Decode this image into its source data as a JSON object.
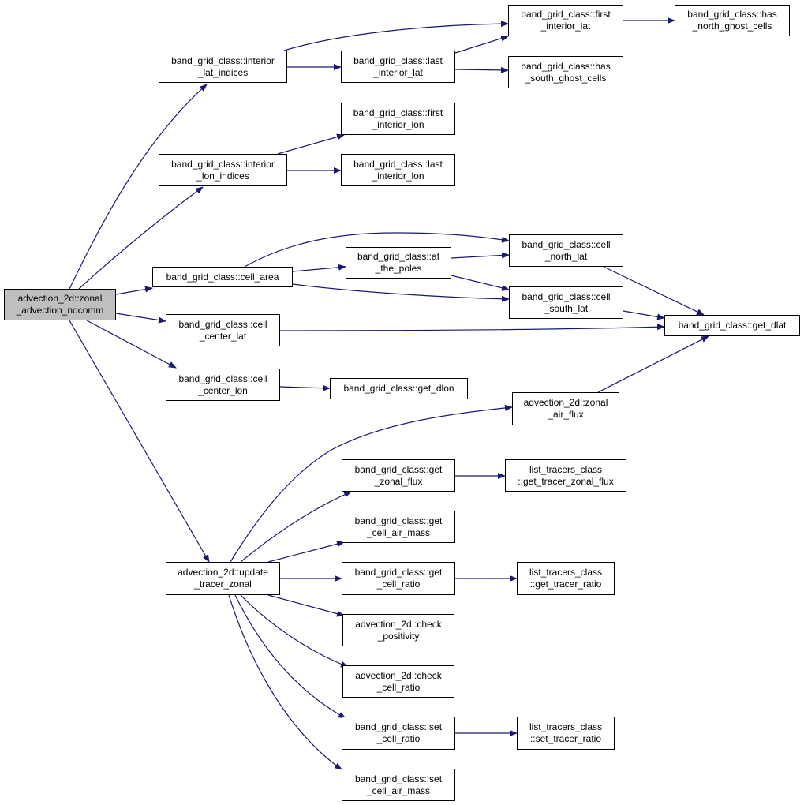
{
  "colors": {
    "edge": "#191970",
    "node_border": "#000000",
    "root_fill": "#bfbfbf",
    "node_fill": "#ffffff"
  },
  "nodes": {
    "root": [
      "advection_2d::zonal",
      "_advection_nocomm"
    ],
    "interior_lat_indices": [
      "band_grid_class::interior",
      "_lat_indices"
    ],
    "interior_lon_indices": [
      "band_grid_class::interior",
      "_lon_indices"
    ],
    "cell_area": [
      "band_grid_class::cell_area"
    ],
    "cell_center_lat": [
      "band_grid_class::cell",
      "_center_lat"
    ],
    "cell_center_lon": [
      "band_grid_class::cell",
      "_center_lon"
    ],
    "update_tracer_zonal": [
      "advection_2d::update",
      "_tracer_zonal"
    ],
    "last_interior_lat": [
      "band_grid_class::last",
      "_interior_lat"
    ],
    "first_interior_lat": [
      "band_grid_class::first",
      "_interior_lat"
    ],
    "has_north_ghost_cells": [
      "band_grid_class::has",
      "_north_ghost_cells"
    ],
    "has_south_ghost_cells": [
      "band_grid_class::has",
      "_south_ghost_cells"
    ],
    "first_interior_lon": [
      "band_grid_class::first",
      "_interior_lon"
    ],
    "last_interior_lon": [
      "band_grid_class::last",
      "_interior_lon"
    ],
    "at_the_poles": [
      "band_grid_class::at",
      "_the_poles"
    ],
    "cell_north_lat": [
      "band_grid_class::cell",
      "_north_lat"
    ],
    "cell_south_lat": [
      "band_grid_class::cell",
      "_south_lat"
    ],
    "get_dlat": [
      "band_grid_class::get_dlat"
    ],
    "get_dlon": [
      "band_grid_class::get_dlon"
    ],
    "zonal_air_flux": [
      "advection_2d::zonal",
      "_air_flux"
    ],
    "get_zonal_flux": [
      "band_grid_class::get",
      "_zonal_flux"
    ],
    "get_tracer_zonal_flux": [
      "list_tracers_class",
      "::get_tracer_zonal_flux"
    ],
    "get_cell_air_mass": [
      "band_grid_class::get",
      "_cell_air_mass"
    ],
    "get_cell_ratio": [
      "band_grid_class::get",
      "_cell_ratio"
    ],
    "get_tracer_ratio": [
      "list_tracers_class",
      "::get_tracer_ratio"
    ],
    "check_positivity": [
      "advection_2d::check",
      "_positivity"
    ],
    "check_cell_ratio": [
      "advection_2d::check",
      "_cell_ratio"
    ],
    "set_cell_ratio": [
      "band_grid_class::set",
      "_cell_ratio"
    ],
    "set_tracer_ratio": [
      "list_tracers_class",
      "::set_tracer_ratio"
    ],
    "set_cell_air_mass": [
      "band_grid_class::set",
      "_cell_air_mass"
    ]
  },
  "edges": [
    [
      "root",
      "interior_lat_indices"
    ],
    [
      "root",
      "interior_lon_indices"
    ],
    [
      "root",
      "cell_area"
    ],
    [
      "root",
      "cell_center_lat"
    ],
    [
      "root",
      "cell_center_lon"
    ],
    [
      "root",
      "update_tracer_zonal"
    ],
    [
      "interior_lat_indices",
      "first_interior_lat"
    ],
    [
      "interior_lat_indices",
      "last_interior_lat"
    ],
    [
      "last_interior_lat",
      "first_interior_lat"
    ],
    [
      "last_interior_lat",
      "has_south_ghost_cells"
    ],
    [
      "first_interior_lat",
      "has_north_ghost_cells"
    ],
    [
      "interior_lon_indices",
      "first_interior_lon"
    ],
    [
      "interior_lon_indices",
      "last_interior_lon"
    ],
    [
      "cell_area",
      "cell_north_lat"
    ],
    [
      "cell_area",
      "at_the_poles"
    ],
    [
      "cell_area",
      "cell_south_lat"
    ],
    [
      "at_the_poles",
      "cell_north_lat"
    ],
    [
      "at_the_poles",
      "cell_south_lat"
    ],
    [
      "cell_north_lat",
      "get_dlat"
    ],
    [
      "cell_south_lat",
      "get_dlat"
    ],
    [
      "cell_center_lat",
      "get_dlat"
    ],
    [
      "cell_center_lon",
      "get_dlon"
    ],
    [
      "zonal_air_flux",
      "get_dlat"
    ],
    [
      "update_tracer_zonal",
      "zonal_air_flux"
    ],
    [
      "update_tracer_zonal",
      "get_zonal_flux"
    ],
    [
      "update_tracer_zonal",
      "get_cell_air_mass"
    ],
    [
      "update_tracer_zonal",
      "get_cell_ratio"
    ],
    [
      "update_tracer_zonal",
      "check_positivity"
    ],
    [
      "update_tracer_zonal",
      "check_cell_ratio"
    ],
    [
      "update_tracer_zonal",
      "set_cell_ratio"
    ],
    [
      "update_tracer_zonal",
      "set_cell_air_mass"
    ],
    [
      "get_zonal_flux",
      "get_tracer_zonal_flux"
    ],
    [
      "get_cell_ratio",
      "get_tracer_ratio"
    ],
    [
      "set_cell_ratio",
      "set_tracer_ratio"
    ]
  ]
}
